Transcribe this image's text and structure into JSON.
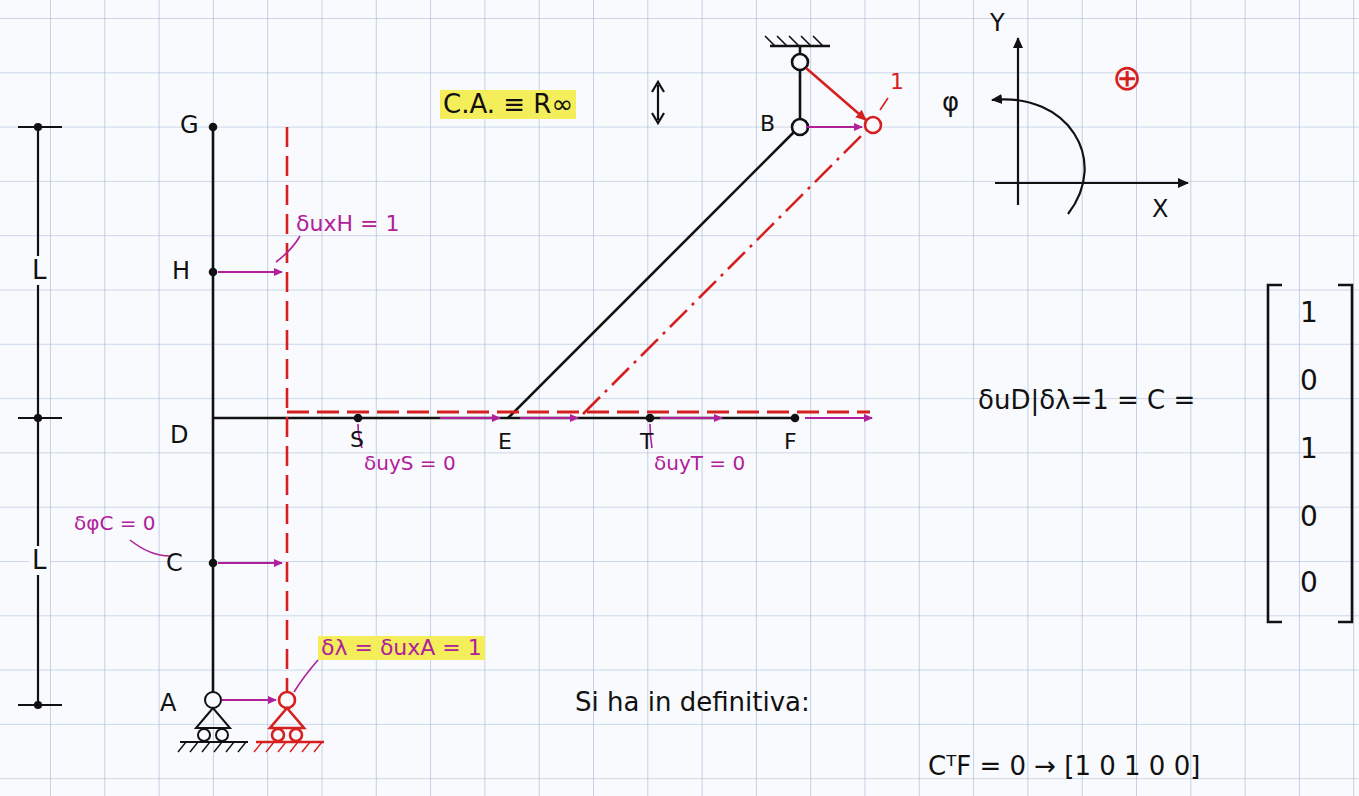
{
  "diagram": {
    "labels": [
      "G",
      "H",
      "D",
      "C",
      "A",
      "L",
      "L",
      "C.A. ≡ R∞",
      "B",
      "1",
      "Y",
      "φ",
      "X",
      "⊕",
      "δuxH = 1",
      "S",
      "δuyS = 0",
      "E",
      "T",
      "δuyT = 0",
      "F",
      "δφC = 0",
      "δλ = δuxA = 1",
      "δuD|δλ=1 = C =",
      "1",
      "0",
      "1",
      "0",
      "0",
      "Si ha in definitiva:",
      "CᵀF = 0 → [1 0 1 0 0]"
    ]
  }
}
